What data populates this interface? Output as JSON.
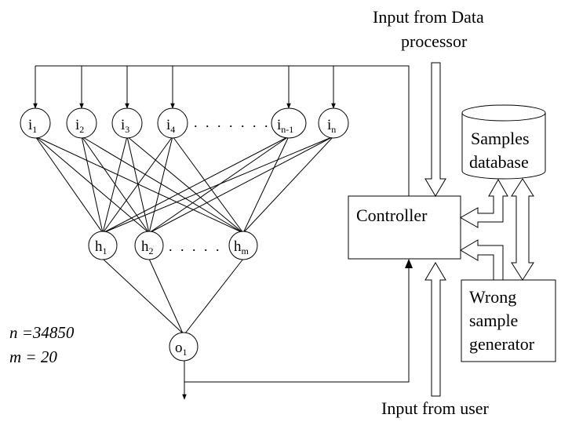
{
  "diagram": {
    "input_nodes": [
      {
        "base": "i",
        "sub": "1"
      },
      {
        "base": "i",
        "sub": "2"
      },
      {
        "base": "i",
        "sub": "3"
      },
      {
        "base": "i",
        "sub": "4"
      },
      {
        "base": "i",
        "sub": "n-1"
      },
      {
        "base": "i",
        "sub": "n"
      }
    ],
    "input_ellipsis": ". . . . . . .",
    "hidden_nodes": [
      {
        "base": "h",
        "sub": "1"
      },
      {
        "base": "h",
        "sub": "2"
      },
      {
        "base": "h",
        "sub": "m"
      }
    ],
    "hidden_ellipsis": ". . . . .",
    "output_node": {
      "base": "o",
      "sub": "1"
    },
    "params": {
      "n_line": "n =34850",
      "m_line": "m = 20"
    },
    "controller_label": "Controller",
    "database_label": [
      "Samples",
      "database"
    ],
    "generator_label": [
      "Wrong",
      "sample",
      "generator"
    ],
    "input_data_label": [
      "Input from Data",
      "processor"
    ],
    "input_user_label": "Input from user"
  }
}
